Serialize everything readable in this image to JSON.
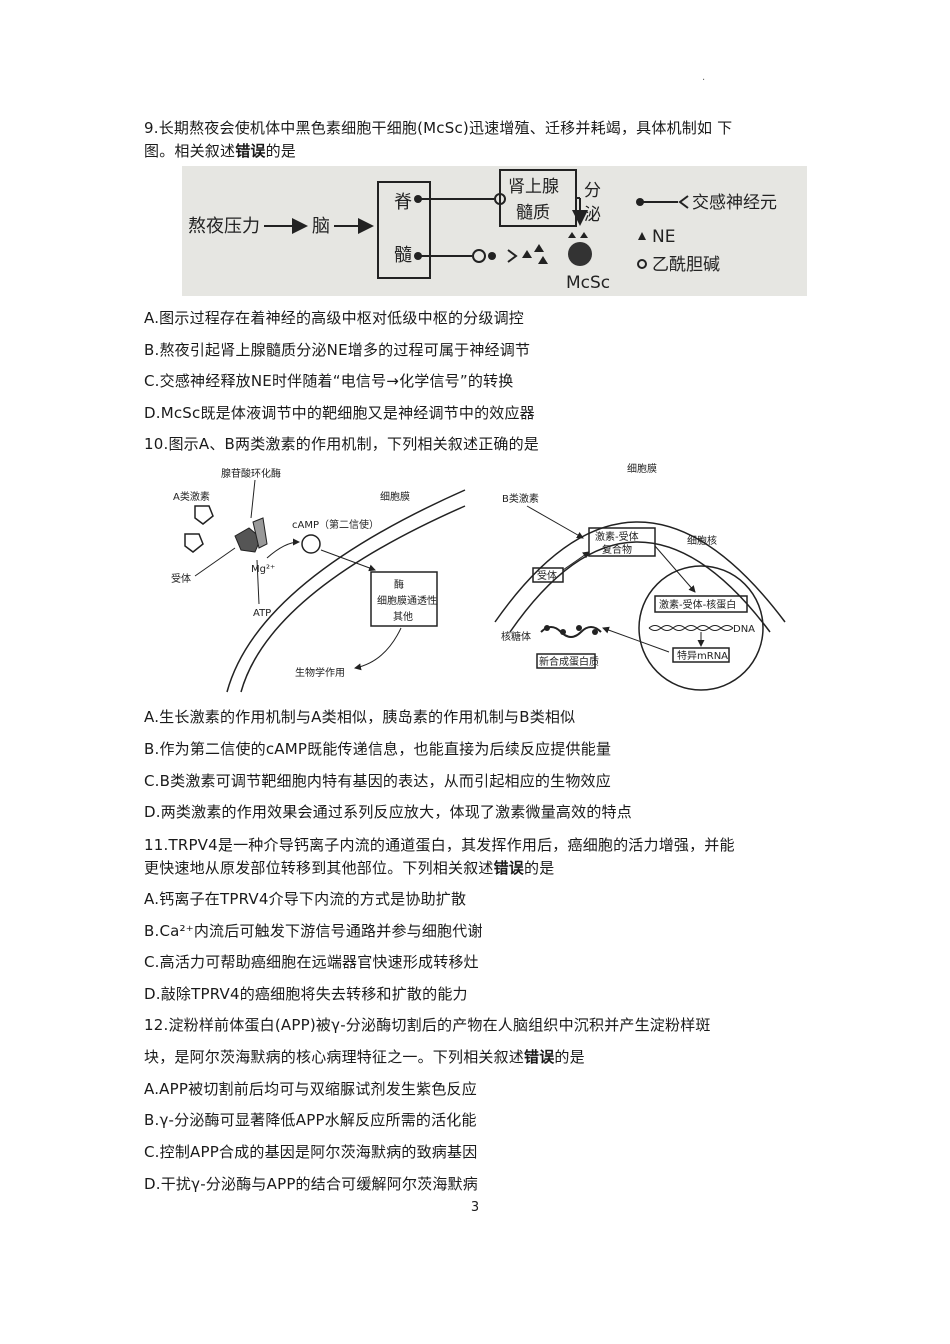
{
  "page_number": "3",
  "q9": {
    "line1": "9.长期熬夜会使机体中黑色素细胞干细胞(McSc)迅速增殖、迁移并耗竭，具体机制如 下",
    "line2_pre": "图。相关叙述",
    "line2_bold": "错误",
    "line2_post": "的是",
    "figure": {
      "stress": "熬夜压力",
      "brain": "脑",
      "spinal_1": "脊",
      "spinal_2": "髓",
      "adrenal_1": "肾上腺",
      "adrenal_2": "髓质",
      "secrete_1": "分",
      "secrete_2": "泌",
      "mcsc": "McSc",
      "legend_neuron": "交感神经元",
      "legend_ne": "NE",
      "legend_ach": "乙酰胆碱"
    },
    "options": [
      "A.图示过程存在着神经的高级中枢对低级中枢的分级调控",
      "B.熬夜引起肾上腺髓质分泌NE增多的过程可属于神经调节",
      "C.交感神经释放NE时伴随着“电信号→化学信号”的转换",
      "D.McSc既是体液调节中的靶细胞又是神经调节中的效应器"
    ]
  },
  "q10": {
    "stem": "10.图示A、B两类激素的作用机制，下列相关叙述正确的是",
    "figure": {
      "a_hormone": "A类激素",
      "enzyme": "腺苷酸环化酶",
      "membrane_left": "细胞膜",
      "camp": "cAMP（第二信使）",
      "mg": "Mg²⁺",
      "receptor_left": "受体",
      "atp": "ATP",
      "box_1": "酶",
      "box_2": "细胞膜通透性",
      "box_3": "其他",
      "bio_effect": "生物学作用",
      "membrane_right": "细胞膜",
      "b_hormone": "B类激素",
      "complex_1": "激素-受体",
      "complex_2": "复合物",
      "receptor_right": "受体",
      "nucleus": "细胞核",
      "nuclear_complex": "激素-受体-核蛋白",
      "dna": "DNA",
      "ribosome": "核糖体",
      "mrna": "特异mRNA",
      "new_protein": "新合成蛋白质"
    },
    "options": [
      "A.生长激素的作用机制与A类相似，胰岛素的作用机制与B类相似",
      "B.作为第二信使的cAMP既能传递信息，也能直接为后续反应提供能量",
      "C.B类激素可调节靶细胞内特有基因的表达，从而引起相应的生物效应",
      "D.两类激素的作用效果会通过系列反应放大，体现了激素微量高效的特点"
    ]
  },
  "q11": {
    "line1": "11.TRPV4是一种介导钙离子内流的通道蛋白，其发挥作用后，癌细胞的活力增强，并能",
    "line2_pre": "更快速地从原发部位转移到其他部位。下列相关叙述",
    "line2_bold": "错误",
    "line2_post": "的是",
    "options": [
      "A.钙离子在TPRV4介导下内流的方式是协助扩散",
      "B.Ca²⁺内流后可触发下游信号通路并参与细胞代谢",
      "C.高活力可帮助癌细胞在远端器官快速形成转移灶",
      "D.敲除TPRV4的癌细胞将失去转移和扩散的能力"
    ]
  },
  "q12": {
    "line1": "12.淀粉样前体蛋白(APP)被γ-分泌酶切割后的产物在人脑组织中沉积并产生淀粉样斑",
    "line2_pre": "块，是阿尔茨海默病的核心病理特征之一。下列相关叙述",
    "line2_bold": "错误",
    "line2_post": "的是",
    "options": [
      "A.APP被切割前后均可与双缩脲试剂发生紫色反应",
      "B.γ-分泌酶可显著降低APP水解反应所需的活化能",
      "C.控制APP合成的基因是阿尔茨海默病的致病基因",
      "D.干扰γ-分泌酶与APP的结合可缓解阿尔茨海默病"
    ]
  }
}
